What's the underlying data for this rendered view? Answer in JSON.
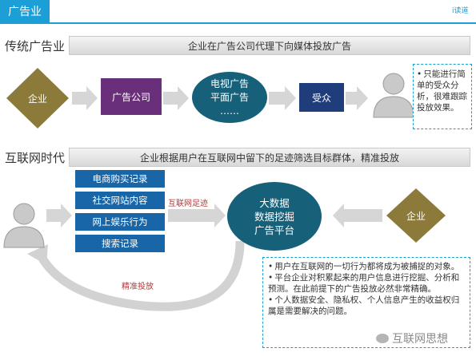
{
  "header": {
    "title": "广告业",
    "brand": "i读道"
  },
  "traditional": {
    "label": "传统广告业",
    "banner": "企业在广告公司代理下向媒体投放广告",
    "enterprise": "企业",
    "agency": "广告公司",
    "media": [
      "电视广告",
      "平面广告",
      "……"
    ],
    "audience": "受众",
    "note": [
      "只能进行简单的受众分析，很难跟踪投放效果。"
    ]
  },
  "internet": {
    "label": "互联网时代",
    "banner": "企业根据用户在互联网中留下的足迹筛选目标群体，精准投放",
    "behaviors": [
      "电商购买记录",
      "社交网站内容",
      "网上娱乐行为",
      "搜索记录"
    ],
    "footprint_label": "互联网足迹",
    "platform": [
      "大数据",
      "数据挖掘",
      "广告平台"
    ],
    "enterprise": "企业",
    "precise_label": "精准投放",
    "notes": [
      "用户在互联网的一切行为都将成为被捕捉的对象。",
      "平台企业对积累起来的用户信息进行挖掘、分析和预测。在此前提下的广告投放必然非常精确。",
      "个人数据安全、隐私权、个人信息产生的收益权归属是需要解决的问题。"
    ],
    "watermark": "互联网思想"
  },
  "colors": {
    "accent": "#1b9fd6",
    "olive": "#8b7a3a",
    "purple": "#6a2f7a",
    "teal": "#17607a",
    "navy": "#1f3d7a",
    "blue": "#1866a8"
  }
}
